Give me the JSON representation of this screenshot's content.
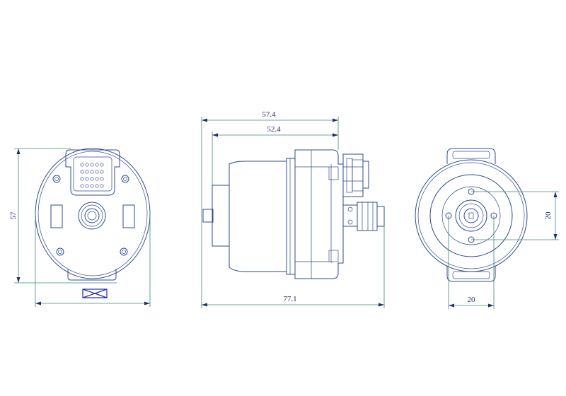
{
  "dimensions": {
    "front_height": "57",
    "side_overall_upper": "57.4",
    "side_inner_upper": "52.4",
    "side_overall_lower": "77.1",
    "rear_vertical_spacing": "20",
    "rear_horizontal_spacing": "20"
  },
  "colors": {
    "outline": "#2f4b8c",
    "dimension_line": "#3c8a78",
    "dimension_text": "#1f2f6e",
    "symbol": "#1a2ab0"
  },
  "icons": {
    "label_plate": "crossed-rectangle-symbol"
  }
}
